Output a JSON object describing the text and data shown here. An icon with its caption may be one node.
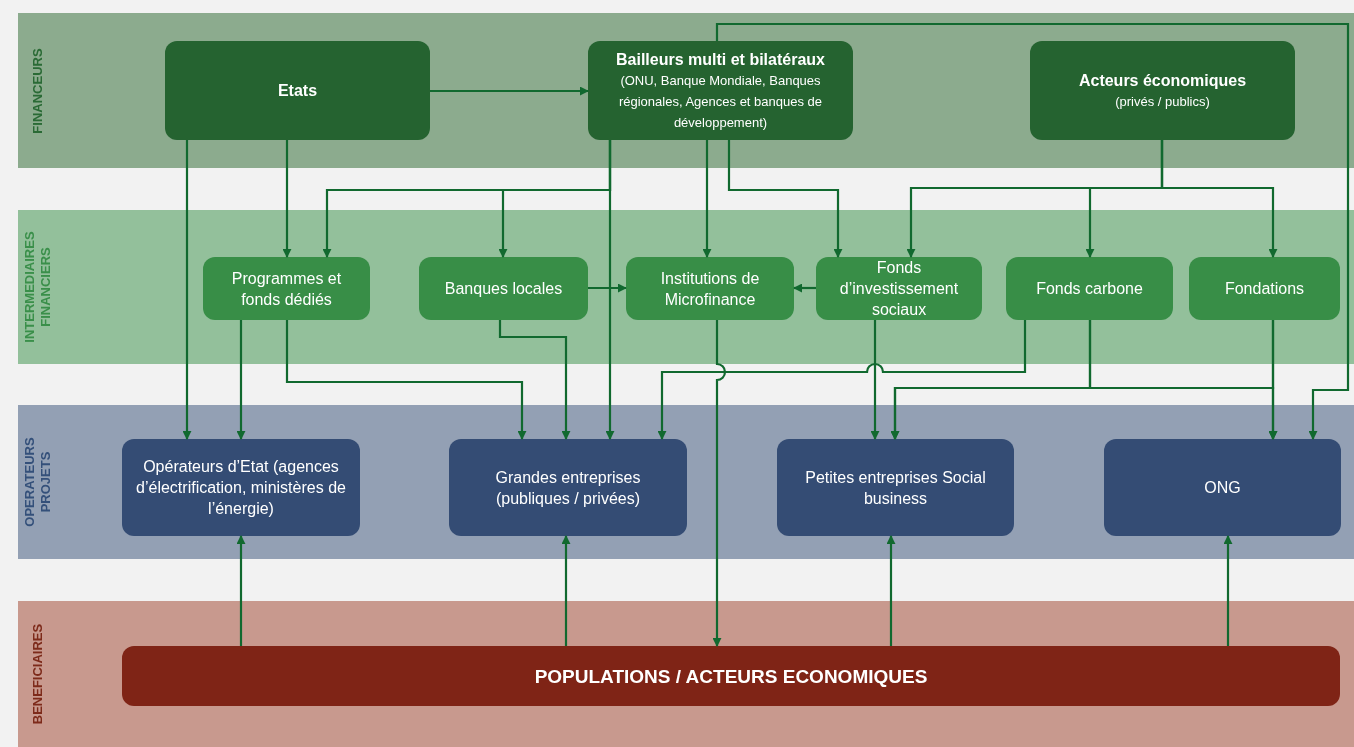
{
  "diagram": {
    "nodes": [
      {
        "text": [
          "FINANCEURS"
        ]
      },
      {
        "text": [
          "Etats"
        ],
        "in": 0
      },
      {
        "text": [
          "Bailleurs multi et bilatéraux",
          "(ONU, Banque Mondiale, Banques régionales, Agences et banques de développement)"
        ],
        "in": 0
      },
      {
        "text": [
          "Acteurs économiques",
          "(privés / publics)"
        ],
        "in": 0
      },
      {
        "text": [
          "INTERMEDIAIRES FINANCIERS"
        ]
      },
      {
        "text": [
          "Programmes et fonds dédiés"
        ],
        "in": 4
      },
      {
        "text": [
          "Banques locales"
        ],
        "in": 4
      },
      {
        "text": [
          "Institutions de Microfinance"
        ],
        "in": 4
      },
      {
        "text": [
          "Fonds d’investissement sociaux"
        ],
        "in": 4
      },
      {
        "text": [
          "Fonds carbone"
        ],
        "in": 4
      },
      {
        "text": [
          "Fondations"
        ],
        "in": 4
      },
      {
        "text": [
          "OPERATEURS PROJETS"
        ]
      },
      {
        "text": [
          "Opérateurs d’Etat (agences d’électrification, ministères de l’énergie)"
        ],
        "in": 11
      },
      {
        "text": [
          "Grandes entreprises (publiques / privées)"
        ],
        "in": 11
      },
      {
        "text": [
          "Petites entreprises Social business"
        ],
        "in": 11
      },
      {
        "text": [
          "ONG"
        ],
        "in": 11
      },
      {
        "text": [
          "BENEFICIAIRES"
        ]
      },
      {
        "text": [
          "POPULATIONS / ACTEURS ECONOMIQUES"
        ],
        "in": 16
      }
    ],
    "edges": [
      {
        "from": 1,
        "to": 2,
        "arrow": "to"
      },
      {
        "from": 1,
        "to": 12,
        "arrow": "to"
      },
      {
        "from": 1,
        "to": 5,
        "arrow": "to"
      },
      {
        "from": 2,
        "to": 5,
        "arrow": "to"
      },
      {
        "from": 2,
        "to": 6,
        "arrow": "to"
      },
      {
        "from": 2,
        "to": 13,
        "arrow": "to"
      },
      {
        "from": 2,
        "to": 7,
        "arrow": "to"
      },
      {
        "from": 2,
        "to": 8,
        "arrow": "to"
      },
      {
        "from": 2,
        "to": 15,
        "arrow": "to"
      },
      {
        "from": 3,
        "to": 8,
        "arrow": "to"
      },
      {
        "from": 3,
        "to": 9,
        "arrow": "to"
      },
      {
        "from": 3,
        "to": 10,
        "arrow": "to"
      },
      {
        "from": 6,
        "to": 7,
        "arrow": "to"
      },
      {
        "from": 8,
        "to": 7,
        "arrow": "to"
      },
      {
        "from": 5,
        "to": 12,
        "arrow": "to"
      },
      {
        "from": 5,
        "to": 13,
        "arrow": "to"
      },
      {
        "from": 6,
        "to": 13,
        "arrow": "to"
      },
      {
        "from": 7,
        "to": 17,
        "arrow": "to"
      },
      {
        "from": 9,
        "to": 13,
        "arrow": "to"
      },
      {
        "from": 8,
        "to": 14,
        "arrow": "to"
      },
      {
        "from": 9,
        "to": 14,
        "arrow": "to"
      },
      {
        "from": 9,
        "to": 15,
        "arrow": "to"
      },
      {
        "from": 10,
        "to": 15,
        "arrow": "to"
      },
      {
        "from": 10,
        "to": 14,
        "arrow": "to"
      },
      {
        "from": 17,
        "to": 12,
        "arrow": "to"
      },
      {
        "from": 17,
        "to": 13,
        "arrow": "to"
      },
      {
        "from": 17,
        "to": 14,
        "arrow": "to"
      },
      {
        "from": 17,
        "to": 15,
        "arrow": "to"
      }
    ]
  }
}
